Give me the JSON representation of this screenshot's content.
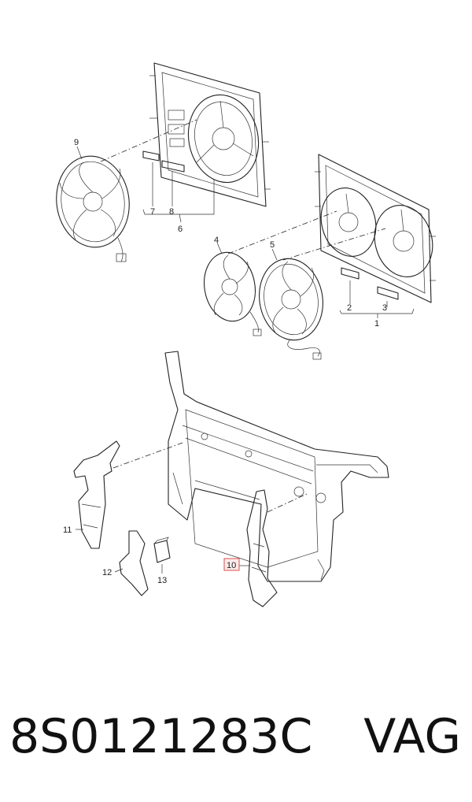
{
  "callouts": {
    "c1": "1",
    "c2": "2",
    "c3": "3",
    "c4": "4",
    "c5": "5",
    "c6": "6",
    "c7": "7",
    "c8": "8",
    "c9": "9",
    "c10": "10",
    "c11": "11",
    "c12": "12",
    "c13": "13"
  },
  "highlighted_callout": "10",
  "caption": {
    "part_number": "8S0121283C",
    "brand": "VAG"
  },
  "colors": {
    "line": "#222222",
    "highlight": "#d9534f",
    "background": "#ffffff"
  }
}
